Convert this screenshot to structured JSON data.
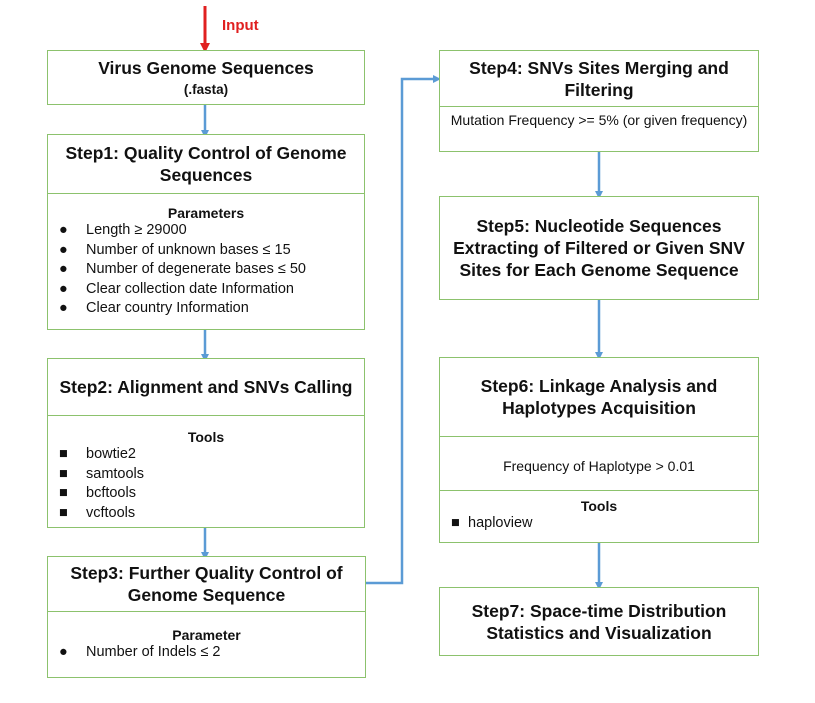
{
  "input_label": "Input",
  "colors": {
    "box_border": "#8cc26d",
    "arrow_blue": "#5b9bd5",
    "input_arrow": "#e02020"
  },
  "boxes": {
    "virus": {
      "title": "Virus Genome Sequences",
      "subtitle": "(.fasta)"
    },
    "step1": {
      "title": "Step1: Quality Control of Genome Sequences",
      "section": "Parameters",
      "bullet": "●",
      "items": [
        "Length ≥ 29000",
        "Number of unknown bases ≤ 15",
        "Number of degenerate bases  ≤ 50",
        "Clear collection date Information",
        "Clear country  Information"
      ]
    },
    "step2": {
      "title": "Step2: Alignment and SNVs Calling",
      "section": "Tools",
      "bullet": "■",
      "items": [
        "bowtie2",
        "samtools",
        "bcftools",
        "vcftools"
      ]
    },
    "step3": {
      "title": "Step3: Further Quality Control of Genome Sequence",
      "section": "Parameter",
      "bullet": "●",
      "items": [
        "Number of Indels  ≤ 2"
      ]
    },
    "step4": {
      "title": "Step4: SNVs Sites Merging and Filtering",
      "detail": "Mutation  Frequency >= 5% (or given frequency)"
    },
    "step5": {
      "title": "Step5: Nucleotide Sequences Extracting of Filtered or Given SNV Sites for Each Genome Sequence"
    },
    "step6": {
      "title": "Step6: Linkage Analysis and Haplotypes Acquisition",
      "detail": "Frequency of Haplotype  > 0.01",
      "section": "Tools",
      "bullet": "■",
      "items": [
        "haploview"
      ]
    },
    "step7": {
      "title": "Step7: Space-time Distribution Statistics and Visualization"
    }
  }
}
